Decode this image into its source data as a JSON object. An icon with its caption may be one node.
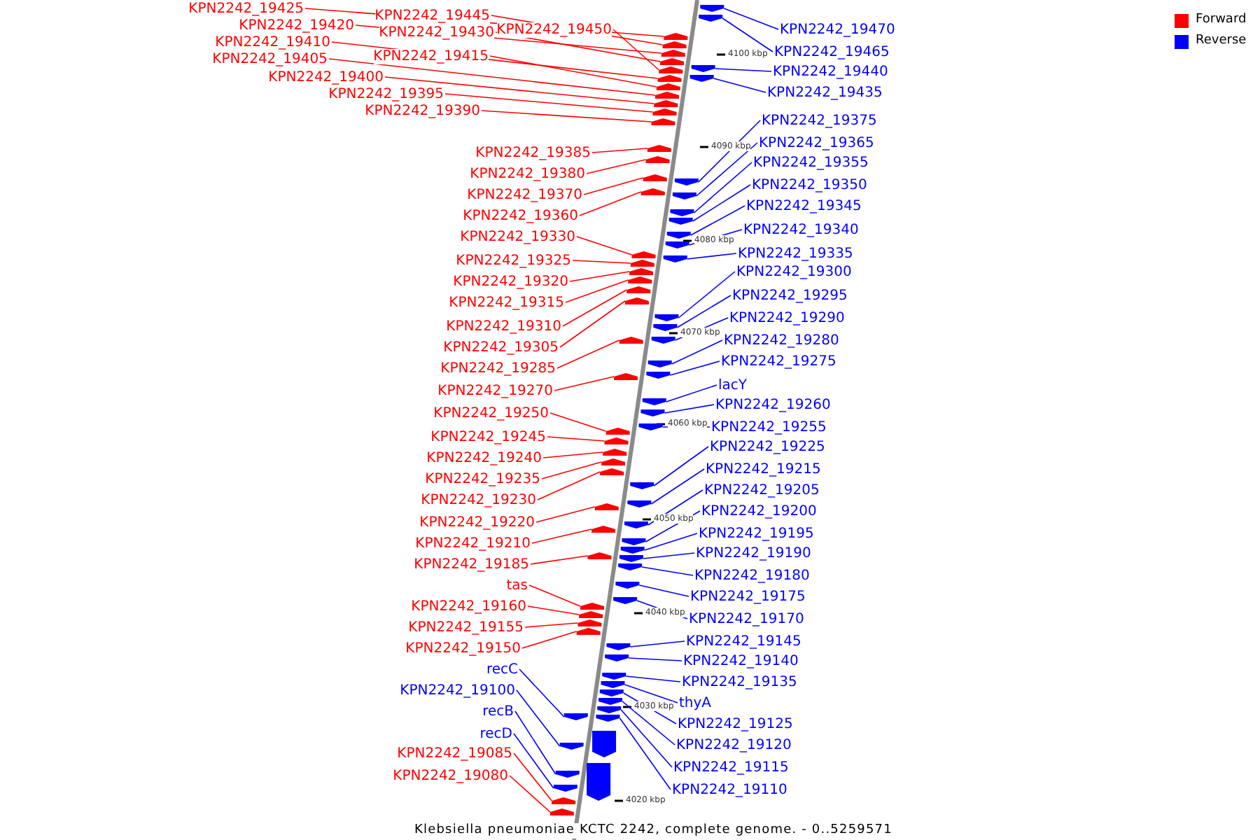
{
  "diagram": {
    "caption": "Klebsiella pneumoniae KCTC 2242, complete genome. - 0..5259571",
    "nodes": [
      {
        "text": [
          "KPN2242_19425"
        ]
      },
      {
        "text": [
          "KPN2242_19445"
        ]
      },
      {
        "text": [
          "KPN2242_19420"
        ]
      },
      {
        "text": [
          "KPN2242_19430"
        ]
      },
      {
        "text": [
          "KPN2242_19450"
        ]
      },
      {
        "text": [
          "KPN2242_19410"
        ]
      },
      {
        "text": [
          "KPN2242_19415"
        ]
      },
      {
        "text": [
          "KPN2242_19405"
        ]
      },
      {
        "text": [
          "KPN2242_19400"
        ]
      },
      {
        "text": [
          "KPN2242_19395"
        ]
      },
      {
        "text": [
          "KPN2242_19390"
        ]
      },
      {
        "text": [
          "KPN2242_19385"
        ]
      },
      {
        "text": [
          "KPN2242_19380"
        ]
      },
      {
        "text": [
          "KPN2242_19370"
        ]
      },
      {
        "text": [
          "KPN2242_19360"
        ]
      },
      {
        "text": [
          "KPN2242_19330"
        ]
      },
      {
        "text": [
          "KPN2242_19325"
        ]
      },
      {
        "text": [
          "KPN2242_19320"
        ]
      },
      {
        "text": [
          "KPN2242_19315"
        ]
      },
      {
        "text": [
          "KPN2242_19310"
        ]
      },
      {
        "text": [
          "KPN2242_19305"
        ]
      },
      {
        "text": [
          "KPN2242_19285"
        ]
      },
      {
        "text": [
          "KPN2242_19270"
        ]
      },
      {
        "text": [
          "KPN2242_19250"
        ]
      },
      {
        "text": [
          "KPN2242_19245"
        ]
      },
      {
        "text": [
          "KPN2242_19240"
        ]
      },
      {
        "text": [
          "KPN2242_19235"
        ]
      },
      {
        "text": [
          "KPN2242_19230"
        ]
      },
      {
        "text": [
          "KPN2242_19220"
        ]
      },
      {
        "text": [
          "KPN2242_19210"
        ]
      },
      {
        "text": [
          "KPN2242_19185"
        ]
      },
      {
        "text": [
          "tas"
        ]
      },
      {
        "text": [
          "KPN2242_19160"
        ]
      },
      {
        "text": [
          "KPN2242_19155"
        ]
      },
      {
        "text": [
          "KPN2242_19150"
        ]
      },
      {
        "text": [
          "recC"
        ]
      },
      {
        "text": [
          "KPN2242_19100"
        ]
      },
      {
        "text": [
          "recB"
        ]
      },
      {
        "text": [
          "recD"
        ]
      },
      {
        "text": [
          "KPN2242_19085"
        ]
      },
      {
        "text": [
          "KPN2242_19080"
        ]
      },
      {
        "text": [
          "KPN2242_19470"
        ]
      },
      {
        "text": [
          "KPN2242_19465"
        ]
      },
      {
        "text": [
          "KPN2242_19440"
        ]
      },
      {
        "text": [
          "KPN2242_19435"
        ]
      },
      {
        "text": [
          "KPN2242_19375"
        ]
      },
      {
        "text": [
          "KPN2242_19365"
        ]
      },
      {
        "text": [
          "KPN2242_19355"
        ]
      },
      {
        "text": [
          "KPN2242_19350"
        ]
      },
      {
        "text": [
          "KPN2242_19345"
        ]
      },
      {
        "text": [
          "KPN2242_19340"
        ]
      },
      {
        "text": [
          "KPN2242_19335"
        ]
      },
      {
        "text": [
          "KPN2242_19300"
        ]
      },
      {
        "text": [
          "KPN2242_19295"
        ]
      },
      {
        "text": [
          "KPN2242_19290"
        ]
      },
      {
        "text": [
          "KPN2242_19280"
        ]
      },
      {
        "text": [
          "KPN2242_19275"
        ]
      },
      {
        "text": [
          "lacY"
        ]
      },
      {
        "text": [
          "KPN2242_19260"
        ]
      },
      {
        "text": [
          "KPN2242_19255"
        ]
      },
      {
        "text": [
          "KPN2242_19225"
        ]
      },
      {
        "text": [
          "KPN2242_19215"
        ]
      },
      {
        "text": [
          "KPN2242_19205"
        ]
      },
      {
        "text": [
          "KPN2242_19200"
        ]
      },
      {
        "text": [
          "KPN2242_19195"
        ]
      },
      {
        "text": [
          "KPN2242_19190"
        ]
      },
      {
        "text": [
          "KPN2242_19180"
        ]
      },
      {
        "text": [
          "KPN2242_19175"
        ]
      },
      {
        "text": [
          "KPN2242_19170"
        ]
      },
      {
        "text": [
          "KPN2242_19145"
        ]
      },
      {
        "text": [
          "KPN2242_19140"
        ]
      },
      {
        "text": [
          "KPN2242_19135"
        ]
      },
      {
        "text": [
          "thyA"
        ]
      },
      {
        "text": [
          "KPN2242_19125"
        ]
      },
      {
        "text": [
          "KPN2242_19120"
        ]
      },
      {
        "text": [
          "KPN2242_19115"
        ]
      },
      {
        "text": [
          "KPN2242_19110"
        ]
      },
      {
        "text": [],
        "shape": "arrow"
      },
      {
        "text": [],
        "shape": "arrow"
      },
      {
        "text": [],
        "shape": "arrow"
      },
      {
        "text": [],
        "shape": "arrow"
      },
      {
        "text": [],
        "shape": "arrow"
      },
      {
        "text": [],
        "shape": "arrow"
      },
      {
        "text": [],
        "shape": "arrow"
      },
      {
        "text": [],
        "shape": "arrow"
      },
      {
        "text": [],
        "shape": "arrow"
      },
      {
        "text": [],
        "shape": "arrow"
      },
      {
        "text": [],
        "shape": "arrow"
      },
      {
        "text": [],
        "shape": "arrow"
      },
      {
        "text": [],
        "shape": "arrow"
      },
      {
        "text": [],
        "shape": "arrow"
      },
      {
        "text": [],
        "shape": "arrow"
      },
      {
        "text": [],
        "shape": "arrow"
      },
      {
        "text": [],
        "shape": "arrow"
      },
      {
        "text": [],
        "shape": "arrow"
      },
      {
        "text": [],
        "shape": "arrow"
      },
      {
        "text": [],
        "shape": "arrow"
      },
      {
        "text": [],
        "shape": "arrow"
      },
      {
        "text": [],
        "shape": "arrow"
      },
      {
        "text": [],
        "shape": "arrow"
      },
      {
        "text": [],
        "shape": "arrow"
      },
      {
        "text": [],
        "shape": "arrow"
      },
      {
        "text": [],
        "shape": "arrow"
      },
      {
        "text": [],
        "shape": "arrow"
      },
      {
        "text": [],
        "shape": "arrow"
      },
      {
        "text": [],
        "shape": "arrow"
      },
      {
        "text": [],
        "shape": "arrow"
      },
      {
        "text": [],
        "shape": "arrow"
      },
      {
        "text": [],
        "shape": "arrow"
      },
      {
        "text": [],
        "shape": "arrow"
      },
      {
        "text": [],
        "shape": "arrow"
      },
      {
        "text": [],
        "shape": "arrow"
      },
      {
        "text": [],
        "shape": "arrow"
      },
      {
        "text": [],
        "shape": "arrow"
      },
      {
        "text": [],
        "shape": "arrow"
      },
      {
        "text": [],
        "shape": "arrow"
      },
      {
        "text": [],
        "shape": "arrow"
      },
      {
        "text": [],
        "shape": "arrow"
      },
      {
        "text": [],
        "shape": "arrow"
      },
      {
        "text": [],
        "shape": "arrow"
      },
      {
        "text": [],
        "shape": "arrow"
      },
      {
        "text": [],
        "shape": "arrow"
      },
      {
        "text": [],
        "shape": "arrow"
      },
      {
        "text": [],
        "shape": "arrow"
      },
      {
        "text": [],
        "shape": "arrow"
      },
      {
        "text": [],
        "shape": "arrow"
      },
      {
        "text": [],
        "shape": "arrow"
      },
      {
        "text": [],
        "shape": "arrow"
      },
      {
        "text": [],
        "shape": "arrow"
      },
      {
        "text": [],
        "shape": "arrow"
      },
      {
        "text": [],
        "shape": "arrow"
      },
      {
        "text": [],
        "shape": "arrow"
      },
      {
        "text": [],
        "shape": "arrow"
      },
      {
        "text": [],
        "shape": "arrow"
      },
      {
        "text": [],
        "shape": "arrow"
      },
      {
        "text": [],
        "shape": "arrow"
      },
      {
        "text": [],
        "shape": "arrow"
      },
      {
        "text": [],
        "shape": "arrow"
      },
      {
        "text": [],
        "shape": "arrow"
      },
      {
        "text": [],
        "shape": "arrow"
      },
      {
        "text": [],
        "shape": "arrow"
      },
      {
        "text": [],
        "shape": "arrow"
      },
      {
        "text": [],
        "shape": "arrow"
      },
      {
        "text": [],
        "shape": "arrow"
      },
      {
        "text": [],
        "shape": "arrow"
      },
      {
        "text": [],
        "shape": "arrow"
      },
      {
        "text": [],
        "shape": "arrow"
      },
      {
        "text": [],
        "shape": "arrow"
      },
      {
        "text": [],
        "shape": "arrow"
      },
      {
        "text": [],
        "shape": "arrow"
      },
      {
        "text": [],
        "shape": "arrow"
      },
      {
        "text": [],
        "shape": "arrow"
      },
      {
        "text": [],
        "shape": "arrow"
      },
      {
        "text": [],
        "shape": "arrow"
      }
    ],
    "edges": [
      {
        "from": 0,
        "to": 77,
        "arrow": "none",
        "color": "#ff0000"
      },
      {
        "from": 1,
        "to": 78,
        "arrow": "none",
        "color": "#ff0000"
      },
      {
        "from": 2,
        "to": 79,
        "arrow": "none",
        "color": "#ff0000"
      },
      {
        "from": 3,
        "to": 80,
        "arrow": "none",
        "color": "#ff0000"
      },
      {
        "from": 4,
        "to": 81,
        "arrow": "none",
        "color": "#ff0000"
      },
      {
        "from": 5,
        "to": 82,
        "arrow": "none",
        "color": "#ff0000"
      },
      {
        "from": 6,
        "to": 83,
        "arrow": "none",
        "color": "#ff0000"
      },
      {
        "from": 7,
        "to": 84,
        "arrow": "none",
        "color": "#ff0000"
      },
      {
        "from": 8,
        "to": 85,
        "arrow": "none",
        "color": "#ff0000"
      },
      {
        "from": 9,
        "to": 86,
        "arrow": "none",
        "color": "#ff0000"
      },
      {
        "from": 10,
        "to": 87,
        "arrow": "none",
        "color": "#ff0000"
      },
      {
        "from": 11,
        "to": 88,
        "arrow": "none",
        "color": "#ff0000"
      },
      {
        "from": 12,
        "to": 89,
        "arrow": "none",
        "color": "#ff0000"
      },
      {
        "from": 13,
        "to": 90,
        "arrow": "none",
        "color": "#ff0000"
      },
      {
        "from": 14,
        "to": 91,
        "arrow": "none",
        "color": "#ff0000"
      },
      {
        "from": 15,
        "to": 92,
        "arrow": "none",
        "color": "#ff0000"
      },
      {
        "from": 16,
        "to": 93,
        "arrow": "none",
        "color": "#ff0000"
      },
      {
        "from": 17,
        "to": 94,
        "arrow": "none",
        "color": "#ff0000"
      },
      {
        "from": 18,
        "to": 95,
        "arrow": "none",
        "color": "#ff0000"
      },
      {
        "from": 19,
        "to": 96,
        "arrow": "none",
        "color": "#ff0000"
      },
      {
        "from": 20,
        "to": 97,
        "arrow": "none",
        "color": "#ff0000"
      },
      {
        "from": 21,
        "to": 98,
        "arrow": "none",
        "color": "#ff0000"
      },
      {
        "from": 22,
        "to": 99,
        "arrow": "none",
        "color": "#ff0000"
      },
      {
        "from": 23,
        "to": 100,
        "arrow": "none",
        "color": "#ff0000"
      },
      {
        "from": 24,
        "to": 101,
        "arrow": "none",
        "color": "#ff0000"
      },
      {
        "from": 25,
        "to": 102,
        "arrow": "none",
        "color": "#ff0000"
      },
      {
        "from": 26,
        "to": 103,
        "arrow": "none",
        "color": "#ff0000"
      },
      {
        "from": 27,
        "to": 104,
        "arrow": "none",
        "color": "#ff0000"
      },
      {
        "from": 28,
        "to": 105,
        "arrow": "none",
        "color": "#ff0000"
      },
      {
        "from": 29,
        "to": 106,
        "arrow": "none",
        "color": "#ff0000"
      },
      {
        "from": 30,
        "to": 107,
        "arrow": "none",
        "color": "#ff0000"
      },
      {
        "from": 31,
        "to": 108,
        "arrow": "none",
        "color": "#ff0000"
      },
      {
        "from": 32,
        "to": 109,
        "arrow": "none",
        "color": "#ff0000"
      },
      {
        "from": 33,
        "to": 110,
        "arrow": "none",
        "color": "#ff0000"
      },
      {
        "from": 34,
        "to": 111,
        "arrow": "none",
        "color": "#ff0000"
      },
      {
        "from": 35,
        "to": 112,
        "arrow": "none",
        "color": "#0000ff"
      },
      {
        "from": 36,
        "to": 113,
        "arrow": "none",
        "color": "#0000ff"
      },
      {
        "from": 37,
        "to": 114,
        "arrow": "none",
        "color": "#0000ff"
      },
      {
        "from": 38,
        "to": 115,
        "arrow": "none",
        "color": "#0000ff"
      },
      {
        "from": 39,
        "to": 116,
        "arrow": "none",
        "color": "#ff0000"
      },
      {
        "from": 40,
        "to": 117,
        "arrow": "none",
        "color": "#ff0000"
      },
      {
        "from": 41,
        "to": 118,
        "arrow": "none",
        "color": "#0000ff"
      },
      {
        "from": 42,
        "to": 119,
        "arrow": "none",
        "color": "#0000ff"
      },
      {
        "from": 43,
        "to": 120,
        "arrow": "none",
        "color": "#0000ff"
      },
      {
        "from": 44,
        "to": 121,
        "arrow": "none",
        "color": "#0000ff"
      },
      {
        "from": 45,
        "to": 122,
        "arrow": "none",
        "color": "#0000ff"
      },
      {
        "from": 46,
        "to": 123,
        "arrow": "none",
        "color": "#0000ff"
      },
      {
        "from": 47,
        "to": 124,
        "arrow": "none",
        "color": "#0000ff"
      },
      {
        "from": 48,
        "to": 125,
        "arrow": "none",
        "color": "#0000ff"
      },
      {
        "from": 49,
        "to": 126,
        "arrow": "none",
        "color": "#0000ff"
      },
      {
        "from": 50,
        "to": 127,
        "arrow": "none",
        "color": "#0000ff"
      },
      {
        "from": 51,
        "to": 128,
        "arrow": "none",
        "color": "#0000ff"
      },
      {
        "from": 52,
        "to": 129,
        "arrow": "none",
        "color": "#0000ff"
      },
      {
        "from": 53,
        "to": 130,
        "arrow": "none",
        "color": "#0000ff"
      },
      {
        "from": 54,
        "to": 131,
        "arrow": "none",
        "color": "#0000ff"
      },
      {
        "from": 55,
        "to": 132,
        "arrow": "none",
        "color": "#0000ff"
      },
      {
        "from": 56,
        "to": 133,
        "arrow": "none",
        "color": "#0000ff"
      },
      {
        "from": 57,
        "to": 134,
        "arrow": "none",
        "color": "#0000ff"
      },
      {
        "from": 58,
        "to": 135,
        "arrow": "none",
        "color": "#0000ff"
      },
      {
        "from": 59,
        "to": 136,
        "arrow": "none",
        "color": "#0000ff"
      },
      {
        "from": 60,
        "to": 137,
        "arrow": "none",
        "color": "#0000ff"
      },
      {
        "from": 61,
        "to": 138,
        "arrow": "none",
        "color": "#0000ff"
      },
      {
        "from": 62,
        "to": 139,
        "arrow": "none",
        "color": "#0000ff"
      },
      {
        "from": 63,
        "to": 140,
        "arrow": "none",
        "color": "#0000ff"
      },
      {
        "from": 64,
        "to": 141,
        "arrow": "none",
        "color": "#0000ff"
      },
      {
        "from": 65,
        "to": 142,
        "arrow": "none",
        "color": "#0000ff"
      },
      {
        "from": 66,
        "to": 143,
        "arrow": "none",
        "color": "#0000ff"
      },
      {
        "from": 67,
        "to": 144,
        "arrow": "none",
        "color": "#0000ff"
      },
      {
        "from": 68,
        "to": 145,
        "arrow": "none",
        "color": "#0000ff"
      },
      {
        "from": 69,
        "to": 146,
        "arrow": "none",
        "color": "#0000ff"
      },
      {
        "from": 70,
        "to": 147,
        "arrow": "none",
        "color": "#0000ff"
      },
      {
        "from": 71,
        "to": 148,
        "arrow": "none",
        "color": "#0000ff"
      },
      {
        "from": 72,
        "to": 149,
        "arrow": "none",
        "color": "#0000ff"
      },
      {
        "from": 73,
        "to": 150,
        "arrow": "none",
        "color": "#0000ff"
      },
      {
        "from": 74,
        "to": 151,
        "arrow": "none",
        "color": "#0000ff"
      },
      {
        "from": 75,
        "to": 152,
        "arrow": "none",
        "color": "#0000ff"
      },
      {
        "from": 76,
        "to": 153,
        "arrow": "none",
        "color": "#0000ff"
      }
    ],
    "labels": [
      "4100 kbp",
      "4090 kbp",
      "4080 kbp",
      "4070 kbp",
      "4060 kbp",
      "4050 kbp",
      "4040 kbp",
      "4030 kbp",
      "4020 kbp"
    ],
    "legend": [
      {
        "text": "Forward",
        "color": "#ff0000"
      },
      {
        "text": "Reverse",
        "color": "#0000ff"
      }
    ]
  }
}
